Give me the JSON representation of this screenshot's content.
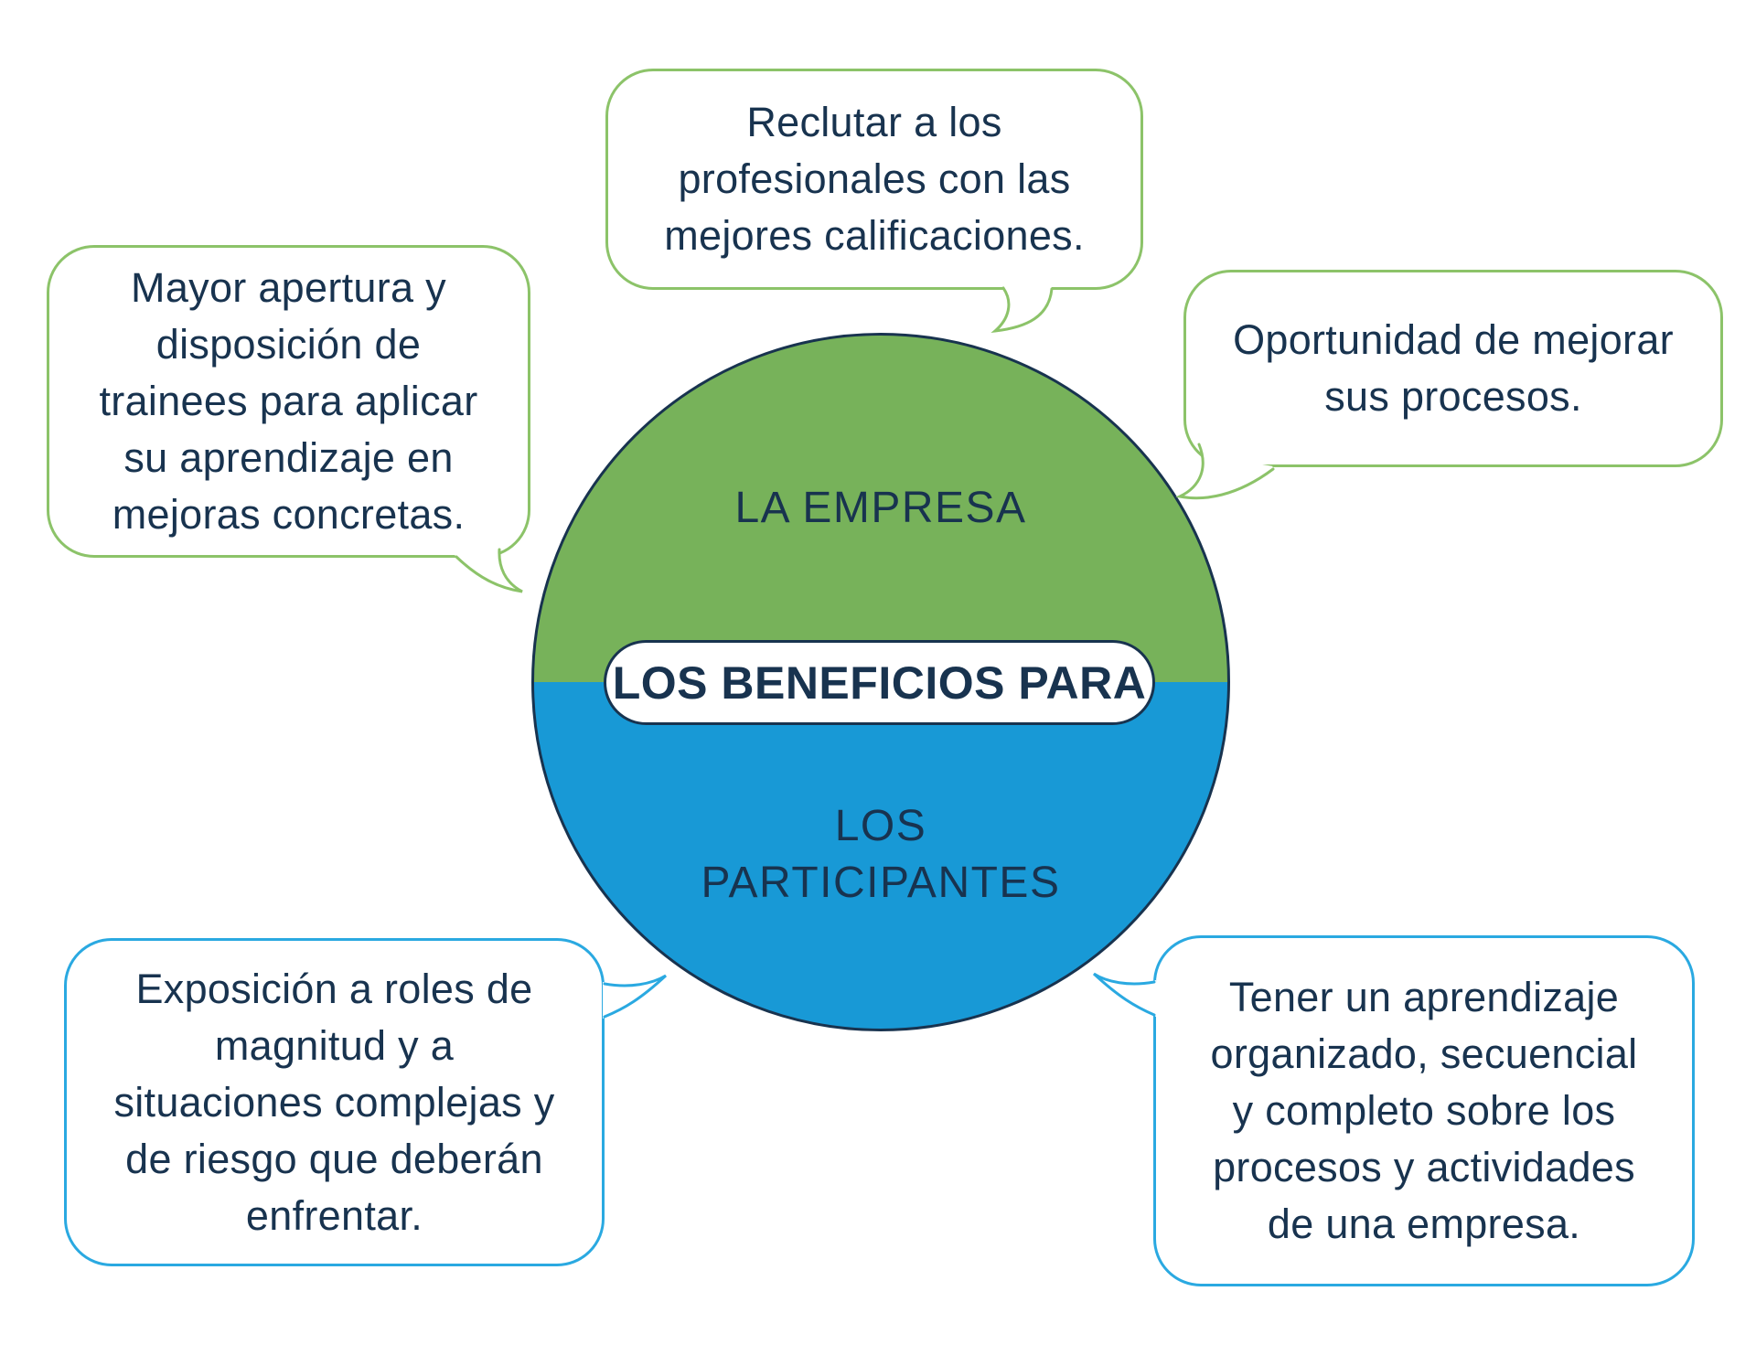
{
  "diagram": {
    "center_pill_label": "LOS BENEFICIOS PARA",
    "circle": {
      "top_label": "LA EMPRESA",
      "bottom_label": "LOS\nPARTICIPANTES"
    },
    "bubbles": [
      {
        "id": "empresa-reclutar",
        "group": "empresa",
        "text": "Reclutar a los\nprofesionales con las\nmejores calificaciones."
      },
      {
        "id": "empresa-apertura",
        "group": "empresa",
        "text": "Mayor apertura y\ndisposición de\ntrainees para aplicar\nsu aprendizaje en\nmejoras concretas."
      },
      {
        "id": "empresa-procesos",
        "group": "empresa",
        "text": "Oportunidad de mejorar\nsus procesos."
      },
      {
        "id": "participantes-exposicion",
        "group": "participantes",
        "text": "Exposición a roles de\nmagnitud y a\nsituaciones complejas y\nde riesgo que deberán\nenfrentar."
      },
      {
        "id": "participantes-aprendizaje",
        "group": "participantes",
        "text": "Tener un aprendizaje\norganizado, secuencial\ny completo sobre los\nprocesos y actividades\nde una empresa."
      }
    ],
    "colors": {
      "green_fill": "#77b25a",
      "green_border": "#8cc369",
      "blue_fill": "#1899d6",
      "blue_border": "#2aa9e1",
      "text_navy": "#18334f",
      "background": "#ffffff"
    }
  }
}
